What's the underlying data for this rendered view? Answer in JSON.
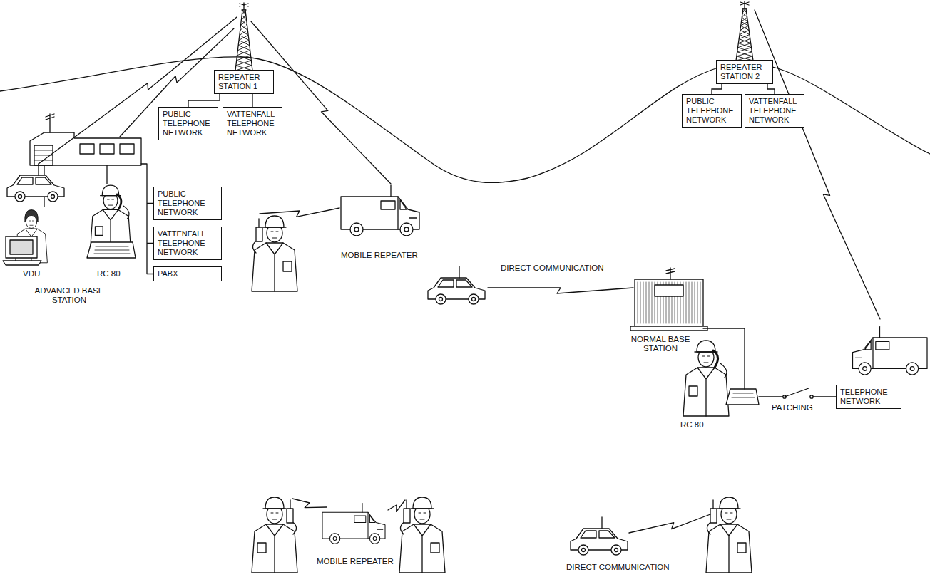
{
  "diagram": {
    "nodes": [
      {
        "text": [
          "REPEATER STATION 1"
        ]
      },
      {
        "text": [
          "PUBLIC TELEPHONE NETWORK"
        ]
      },
      {
        "text": [
          "VATTENFALL TELEPHONE NETWORK"
        ]
      },
      {
        "text": [
          "REPEATER STATION 2"
        ]
      },
      {
        "text": [
          "PUBLIC TELEPHONE NETWORK"
        ]
      },
      {
        "text": [
          "VATTENFALL TELEPHONE NETWORK"
        ]
      },
      {
        "text": [
          "PUBLIC TELEPHONE NETWORK"
        ]
      },
      {
        "text": [
          "VATTENFALL TELEPHONE NETWORK"
        ]
      },
      {
        "text": [
          "PABX"
        ]
      },
      {
        "text": [
          "TELEPHONE NETWORK"
        ]
      }
    ],
    "edges": [
      {
        "from": 0,
        "to": 1,
        "arrow": "none"
      },
      {
        "from": 0,
        "to": 2,
        "arrow": "none"
      },
      {
        "from": 3,
        "to": 4,
        "arrow": "none"
      },
      {
        "from": 3,
        "to": 5,
        "arrow": "none"
      }
    ],
    "labels": [
      "MOBILE REPEATER",
      "DIRECT COMMUNICATION",
      "NORMAL BASE STATION",
      "RC 80",
      "PATCHING",
      "VDU",
      "RC 80",
      "ADVANCED BASE STATION",
      "MOBILE REPEATER",
      "DIRECT COMMUNICATION"
    ]
  }
}
